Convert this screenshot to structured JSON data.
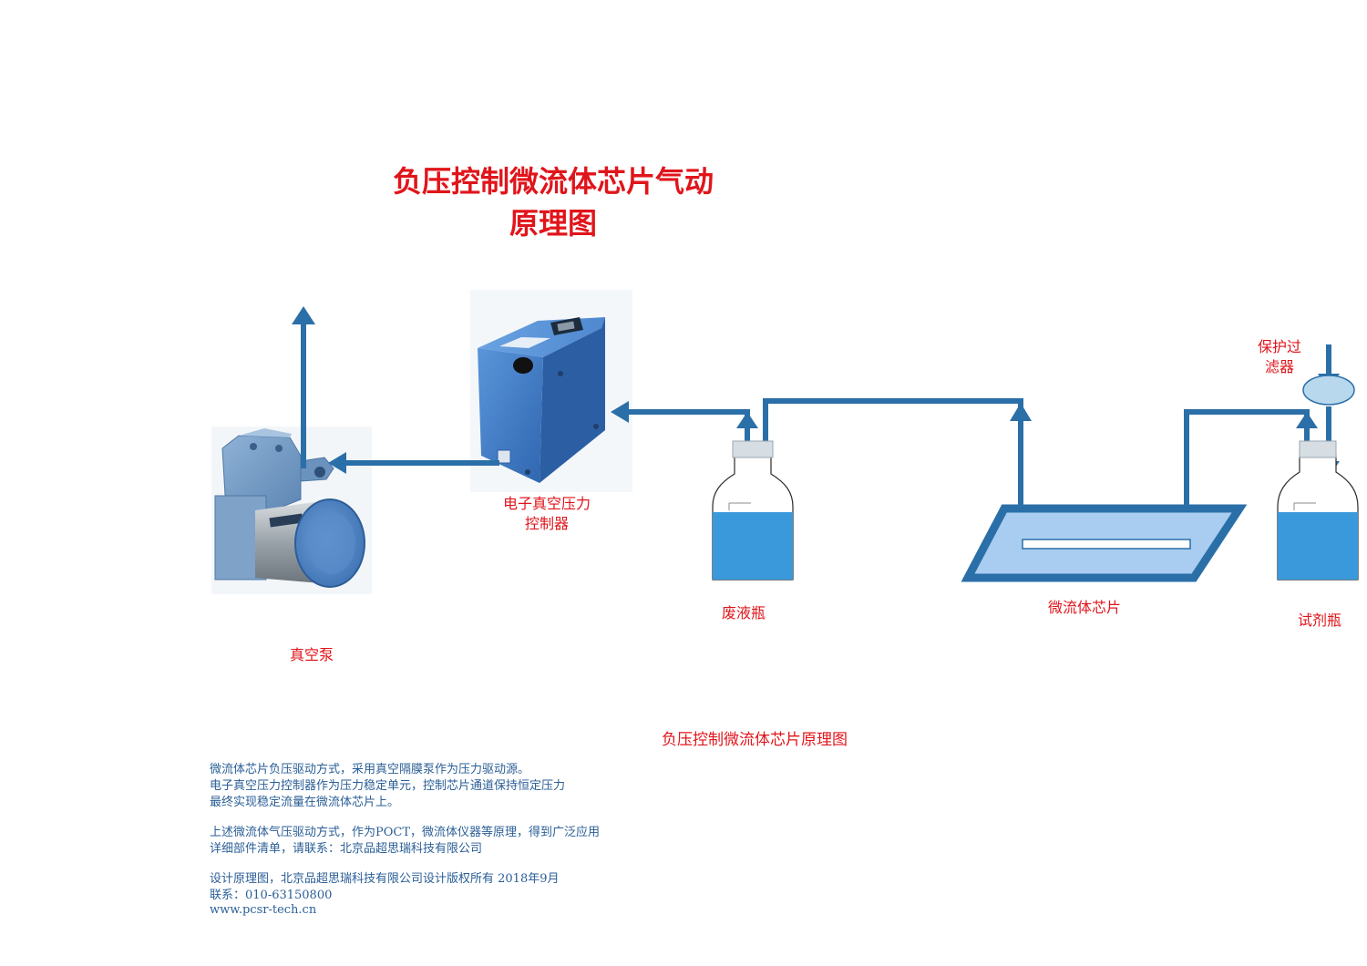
{
  "title": {
    "line1": "负压控制微流体芯片气动",
    "line2": "原理图"
  },
  "labels": {
    "controller_line1": "电子真空压力",
    "controller_line2": "控制器",
    "vacuum_pump": "真空泵",
    "waste_bottle": "废液瓶",
    "chip": "微流体芯片",
    "reagent_bottle": "试剂瓶",
    "filter_line1": "保护过",
    "filter_line2": "滤器"
  },
  "caption": "负压控制微流体芯片原理图",
  "description": {
    "p1": [
      "微流体芯片负压驱动方式，采用真空隔膜泵作为压力驱动源。",
      "电子真空压力控制器作为压力稳定单元，控制芯片通道保持恒定压力",
      "最终实现稳定流量在微流体芯片上。"
    ],
    "p2": [
      "上述微流体气压驱动方式，作为POCT，微流体仪器等原理，得到广泛应用",
      "详细部件清单，请联系：北京品超思瑞科技有限公司"
    ],
    "p3": [
      "设计原理图，北京品超思瑞科技有限公司设计版权所有 2018年9月",
      "联系：010-63150800",
      "www.pcsr-tech.cn"
    ]
  },
  "colors": {
    "title_red": "#e0151b",
    "pipe_blue": "#2b6fa8",
    "device_blue": "#3d7cc9",
    "liquid_blue": "#3a99db",
    "text_blue": "#2a5e96",
    "filter_blue": "#b8d8ee"
  }
}
